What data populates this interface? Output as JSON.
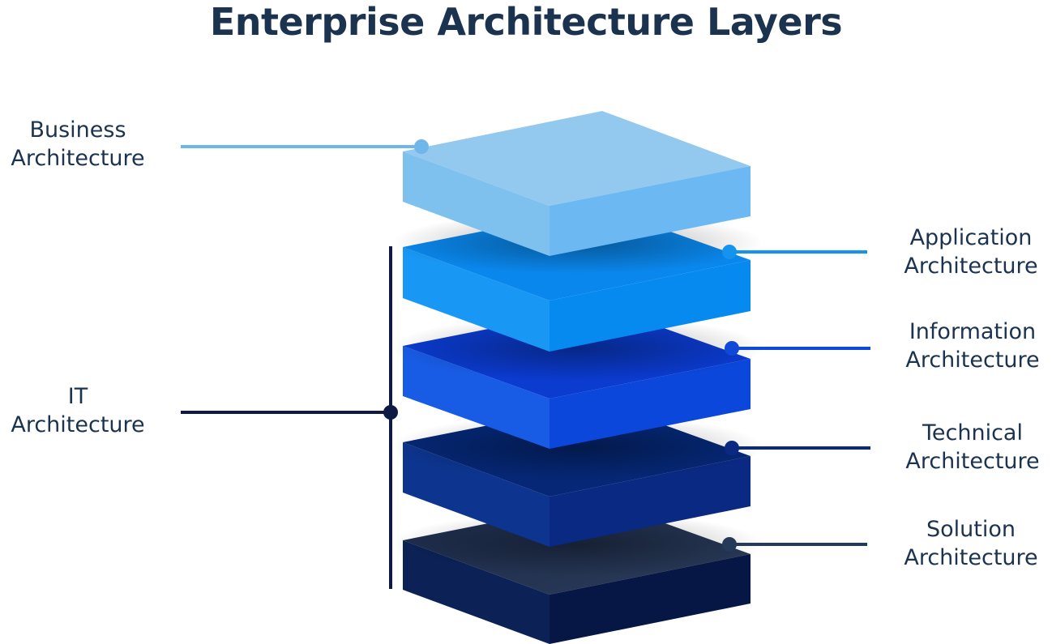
{
  "title": "Enterprise Architecture Layers",
  "labels": {
    "business": {
      "line1": "Business",
      "line2": "Architecture"
    },
    "it": {
      "line1": "IT",
      "line2": "Architecture"
    },
    "application": {
      "line1": "Application",
      "line2": "Architecture"
    },
    "information": {
      "line1": "Information",
      "line2": "Architecture"
    },
    "technical": {
      "line1": "Technical",
      "line2": "Architecture"
    },
    "solution": {
      "line1": "Solution",
      "line2": "Architecture"
    }
  },
  "colors": {
    "text": "#1c3350",
    "business": "#7ec0ef",
    "application": "#1596f2",
    "information": "#1a56e0",
    "technical": "#0d2f88",
    "solution": "#0b1e4f",
    "it_bracket": "#0d1a45"
  }
}
